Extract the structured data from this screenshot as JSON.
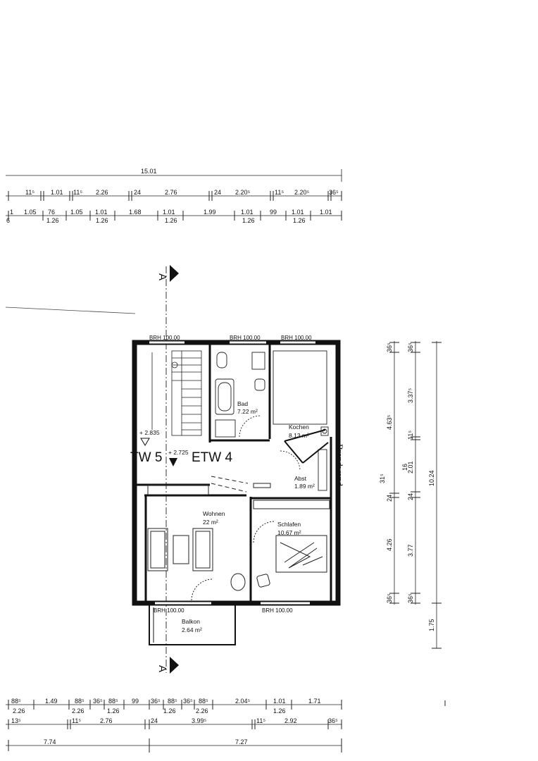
{
  "plan": {
    "section_label": "A",
    "etw_left": "TW 5",
    "etw_right": "ETW 4",
    "wall_label": "Brandwand",
    "level_left": "+ 2.835",
    "level_right": "+ 2.725",
    "rooms": [
      {
        "id": "bad",
        "name": "Bad",
        "area": "7.22 m²"
      },
      {
        "id": "kochen",
        "name": "Kochen",
        "area": "8.13 m²"
      },
      {
        "id": "abst",
        "name": "Abst",
        "area": "1.89 m²"
      },
      {
        "id": "wohnen",
        "name": "Wohnen",
        "area": "22 m²"
      },
      {
        "id": "schlafen",
        "name": "Schlafen",
        "area": "10.67 m²"
      },
      {
        "id": "balkon",
        "name": "Balkon",
        "area": "2.64 m²"
      }
    ],
    "brh": [
      "BRH 100.00",
      "BRH 100.00",
      "BRH 100.00",
      "BRH 100.00",
      "BRH 100.00"
    ]
  },
  "dims": {
    "top_total": "15.01",
    "top_row2": [
      "11⁵",
      "1.01",
      "11⁵",
      "2.26",
      "24",
      "2.76",
      "24",
      "2.20⁵",
      "11⁵",
      "2.20⁵",
      "36⁵"
    ],
    "top_row3": [
      "1",
      "1.05",
      "76",
      "1.05",
      "1.01",
      "1.68",
      "1.01",
      "1.99",
      "1.01",
      "99",
      "1.01",
      "1.01"
    ],
    "top_row3_under": [
      "6",
      "1.26",
      "1.26",
      "1.26",
      "1.26",
      "1.26"
    ],
    "right_col1": [
      "36⁵",
      "4.63⁵",
      "24",
      "4.26",
      "36⁵"
    ],
    "right_col1_side": "31⁵",
    "right_col2": [
      "36⁵",
      "3.37⁵",
      "11⁵",
      "2.01",
      "24",
      "3.77",
      "36⁵"
    ],
    "right_col2_minor": "16",
    "right_col3": [
      "10.24",
      "1.75"
    ],
    "bottom_row1": [
      "88⁵",
      "1.49",
      "88⁵",
      "36⁵",
      "88⁵",
      "99",
      "36⁵",
      "88⁵",
      "36⁵",
      "88⁵",
      "2.04⁵",
      "1.01",
      "1.71"
    ],
    "bottom_row1_under": [
      "2.26",
      "2.26",
      "1.26",
      "1.26",
      "2.26",
      "1.26"
    ],
    "bottom_row2": [
      "13⁵",
      "11⁵",
      "2.76",
      "24",
      "3.99⁵",
      "11⁵",
      "2.92",
      "36⁵"
    ],
    "bottom_total": [
      "7.74",
      "7.27"
    ]
  }
}
